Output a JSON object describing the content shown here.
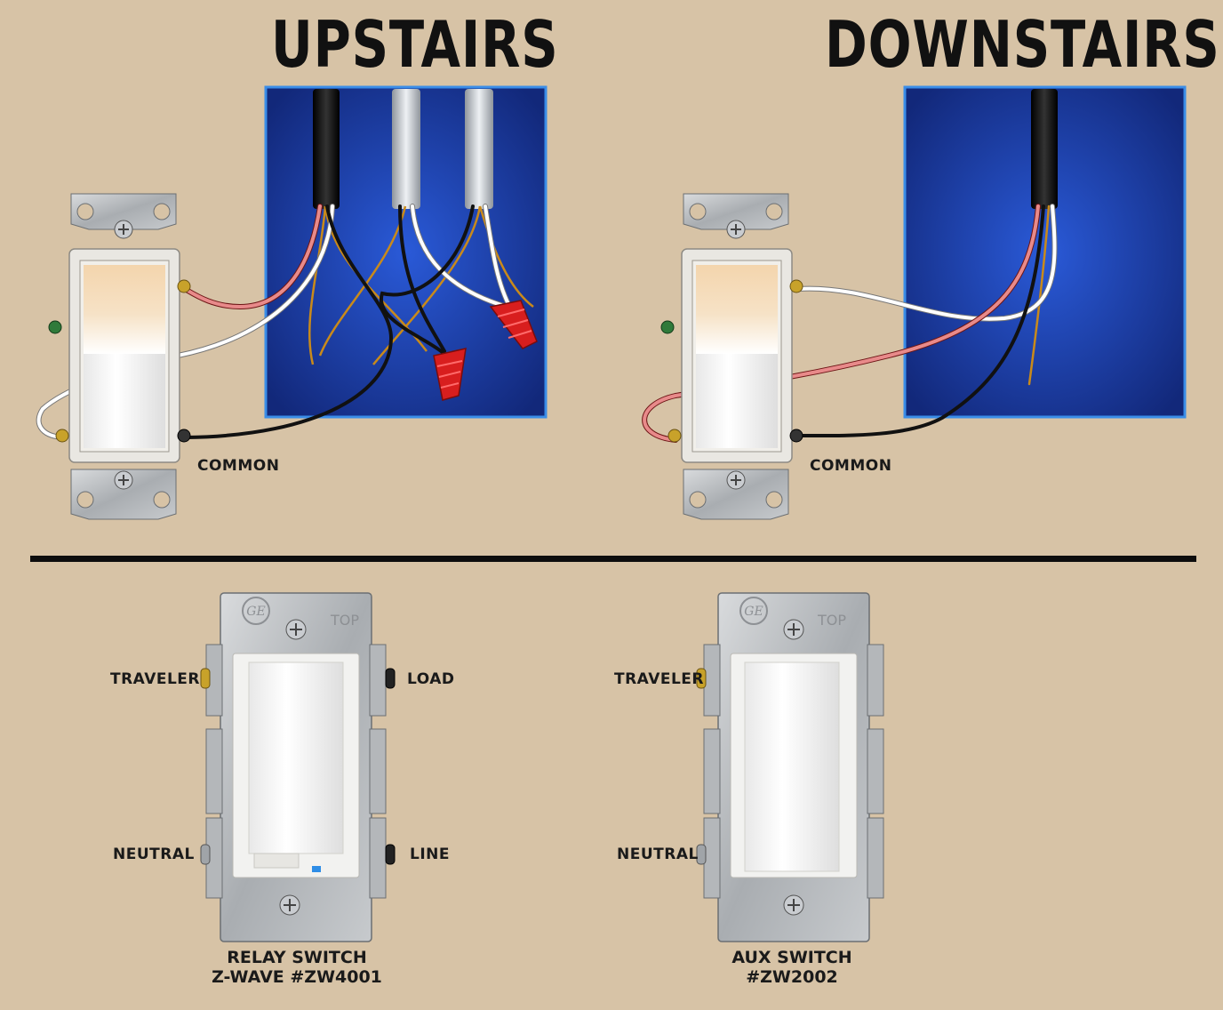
{
  "titles": {
    "upstairs": "UPSTAIRS",
    "downstairs": "DOWNSTAIRS"
  },
  "labels": {
    "common_upstairs": "COMMON",
    "common_downstairs": "COMMON",
    "relay_traveler": "TRAVELER",
    "relay_neutral": "NEUTRAL",
    "relay_load": "LOAD",
    "relay_line": "LINE",
    "aux_traveler": "TRAVELER",
    "aux_neutral": "NEUTRAL"
  },
  "switch_plate_text": {
    "top_mark": "TOP",
    "brand_mark": "GE"
  },
  "captions": {
    "relay_line1": "RELAY SWITCH",
    "relay_line2": "Z-WAVE #ZW4001",
    "aux_line1": "AUX SWITCH",
    "aux_line2": "#ZW2002"
  },
  "colors": {
    "background": "#d7c3a6",
    "junction_box": "#1d3fa8",
    "hot_wire": "#111111",
    "traveler_wire": "#e88a8a",
    "neutral_wire": "#ffffff",
    "ground_wire": "#c98a1a",
    "wire_nut": "#d81e1e",
    "status_led": "#2e8de6"
  }
}
